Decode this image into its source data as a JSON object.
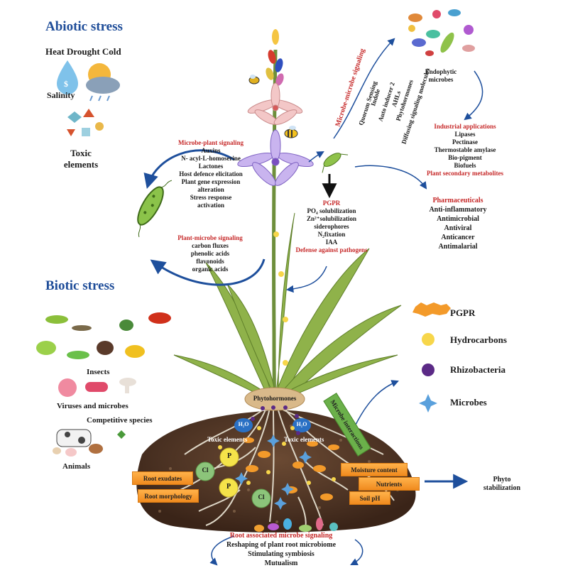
{
  "abiotic": {
    "title": "Abiotic stress",
    "heat_drought_cold": "Heat Drought Cold",
    "salinity": "Salinity",
    "toxic_elements_line1": "Toxic",
    "toxic_elements_line2": "elements"
  },
  "biotic": {
    "title": "Biotic stress",
    "insects": "Insects",
    "viruses": "Viruses and microbes",
    "competitive": "Competitive species",
    "animals": "Animals"
  },
  "microbe_plant": {
    "title": "Microbe-plant signaling",
    "items": [
      "Auxins",
      "N- acyl-L-homoserine",
      "Lactones",
      "Host defence elicitation",
      "Plant gene expression",
      "alteration",
      "Stress response",
      "activation"
    ]
  },
  "plant_microbe": {
    "title": "Plant-microbe signaling",
    "items": [
      "carbon fluxes",
      "phenolic acids",
      "flavonoids",
      "organic acids"
    ]
  },
  "microbe_microbe": {
    "title": "Microbe-microbe signaling",
    "items": [
      "Quorum Sensing",
      "Indole",
      "Auto inducer 2",
      "AHLs",
      "Phytohormones",
      "Diffusing signaling molecules"
    ]
  },
  "endophytic": "Endophytic microbes",
  "industrial": {
    "title": "Industrial applications",
    "items": [
      "Lipases",
      "Pectinase",
      "Thermostable amylase",
      "Bio-pigment",
      "Biofuels"
    ],
    "secondary": "Plant secondary metabolites"
  },
  "pharma": {
    "title": "Pharmaceuticals",
    "items": [
      "Anti-inflammatory",
      "Antimicrobial",
      "Antiviral",
      "Anticancer",
      "Antimalarial"
    ]
  },
  "pgpr_list": {
    "title": "PGPR",
    "items": [
      "PO₄ solubilization",
      "Zn²⁺solubilization",
      "siderophores",
      "N₂fixation",
      "IAA"
    ],
    "defense": "Defense against pathogens"
  },
  "legend": {
    "pgpr": "PGPR",
    "hydrocarbons": "Hydrocarbons",
    "rhizobacteria": "Rhizobacteria",
    "microbes": "Microbes"
  },
  "soil": {
    "phytohormones": "Phytohormones",
    "h2o_left": "H₂O",
    "h2o_right": "H₂O",
    "toxic_left": "Toxic elements",
    "toxic_right": "Toxic elements",
    "p_top": "P",
    "p_bottom": "P",
    "cl_left": "Cl",
    "cl_bottom": "Cl",
    "microbe_interactions": "Microbe interactions",
    "root_exudates": "Root exudates",
    "root_morphology": "Root morphology",
    "moisture": "Moisture content",
    "nutrients": "Nutrients",
    "soil_ph": "Soil pH"
  },
  "phyto": {
    "line1": "Phyto",
    "line2": "stabilization"
  },
  "root_signaling": {
    "title": "Root associated microbe signaling",
    "items": [
      "Reshaping of plant root microbiome",
      "Stimulating symbiosis",
      "Mutualism"
    ]
  },
  "colors": {
    "title_blue": "#1f4d99",
    "signal_red": "#c62828",
    "arrow_blue": "#1e4f9c",
    "pgpr_orange": "#f39a2a",
    "hydro_yellow": "#f7d64a",
    "rhizo_purple": "#5b2a86",
    "microbe_blue": "#5aa0dc",
    "box_green": "#6bb04a"
  }
}
